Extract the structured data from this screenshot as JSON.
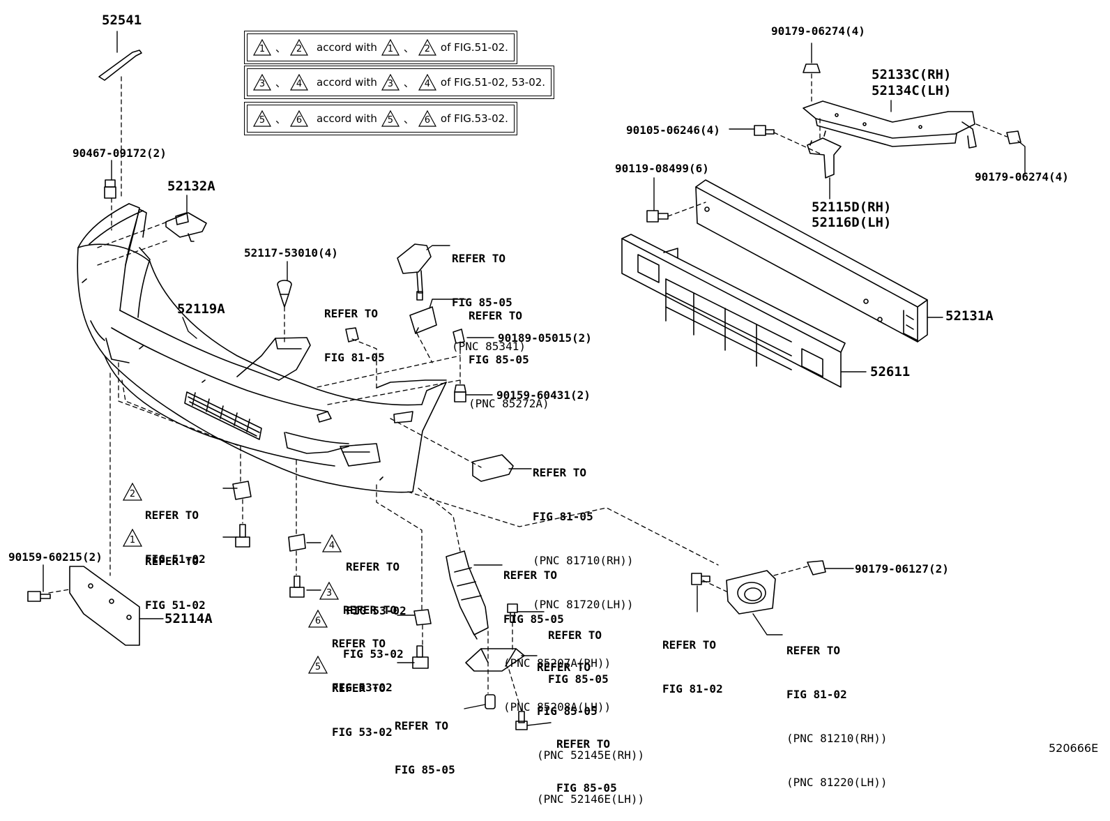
{
  "notes": [
    {
      "tri_a": "1",
      "tri_b": "2",
      "text": "accord with",
      "tri_c": "1",
      "tri_d": "2",
      "fig": "of FIG.51-02."
    },
    {
      "tri_a": "3",
      "tri_b": "4",
      "text": "accord with",
      "tri_c": "3",
      "tri_d": "4",
      "fig": "of FIG.51-02, 53-02."
    },
    {
      "tri_a": "5",
      "tri_b": "6",
      "text": "accord with",
      "tri_c": "5",
      "tri_d": "6",
      "fig": "of FIG.53-02."
    }
  ],
  "separator": "、",
  "parts": {
    "p52541": "52541",
    "p90467": "90467-09172(2)",
    "p52132a": "52132A",
    "p52117": "52117-53010(4)",
    "p52119a": "52119A",
    "p90159_60215": "90159-60215(2)",
    "p52114a": "52114A",
    "p90179_06274_top": "90179-06274(4)",
    "p52133c": "52133C(RH)",
    "p52134c": "52134C(LH)",
    "p90105": "90105-06246(4)",
    "p90179_06274_right": "90179-06274(4)",
    "p90119": "90119-08499(6)",
    "p52115d": "52115D(RH)",
    "p52116d": "52116D(LH)",
    "p52131a": "52131A",
    "p52611": "52611",
    "p90189": "90189-05015(2)",
    "p90159_60431": "90159-60431(2)",
    "p90179_06127": "90179-06127(2)"
  },
  "refs": {
    "r85341": [
      "REFER TO",
      "FIG 85-05",
      "(PNC 85341)"
    ],
    "r8105_top": [
      "REFER TO",
      "FIG 81-05"
    ],
    "r85272": [
      "REFER TO",
      "FIG 85-05",
      "(PNC 85272A)"
    ],
    "r8171": [
      "REFER TO",
      "FIG 81-05",
      "(PNC 81710(RH))",
      "(PNC 81720(LH))"
    ],
    "r51_2": [
      "REFER TO",
      "FIG 51-02"
    ],
    "r51_1": [
      "REFER TO",
      "FIG 51-02"
    ],
    "r53_4": [
      "REFER TO",
      "FIG 53-02"
    ],
    "r53_3": [
      "REFER TO",
      "FIG 53-02"
    ],
    "r53_6": [
      "REFER TO",
      "FIG 53-02"
    ],
    "r53_5": [
      "REFER TO",
      "FIG 53-02"
    ],
    "r85207": [
      "REFER TO",
      "FIG 85-05",
      "(PNC 85207A(RH))",
      "(PNC 85208A(LH))"
    ],
    "r8505_bolt": [
      "REFER TO",
      "FIG 85-05"
    ],
    "r52145": [
      "REFER TO",
      "FIG 85-05",
      "(PNC 52145E(RH))",
      "(PNC 52146E(LH))"
    ],
    "r8505_bot1": [
      "REFER TO",
      "FIG 85-05"
    ],
    "r8505_bot2": [
      "REFER TO",
      "FIG 85-05"
    ],
    "r8102_bolt": [
      "REFER TO",
      "FIG 81-02"
    ],
    "r8121": [
      "REFER TO",
      "FIG 81-02",
      "(PNC 81210(RH))",
      "(PNC 81220(LH))"
    ]
  },
  "ref_triangles": {
    "t2": "2",
    "t1": "1",
    "t4": "4",
    "t3": "3",
    "t6": "6",
    "t5": "5"
  },
  "figure_id": "520666E"
}
